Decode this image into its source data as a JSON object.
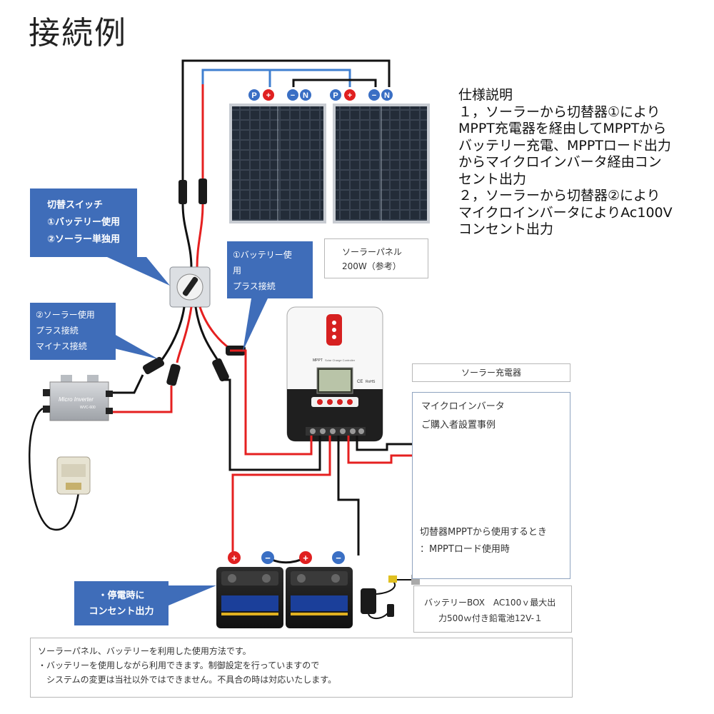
{
  "title": "接続例",
  "spec": {
    "lines": [
      "仕様説明",
      "１，ソーラーから切替器①により",
      "MPPT充電器を経由してMPPTから",
      "バッテリー充電、MPPTロード出力",
      "からマイクロインバータ経由コン",
      "セント出力",
      "２，ソーラーから切替器②により",
      "マイクロインバータによりAc100V",
      "コンセント出力"
    ]
  },
  "callouts": {
    "switch": [
      "切替スイッチ",
      "①バッテリー使用",
      "②ソーラー単独用"
    ],
    "battery_plus": [
      "①バッテリー使",
      "用",
      "プラス接続"
    ],
    "solar_only": [
      "②ソーラー使用",
      "プラス接続",
      "マイナス接続"
    ],
    "outage": [
      "・停電時に",
      "コンセント出力"
    ]
  },
  "labels": {
    "panel": [
      "ソーラーパネル",
      "200W（参考）"
    ],
    "charger": "ソーラー充電器",
    "inverter_title": "マイクロインバータ",
    "inverter_example": "ご購入者設置事例",
    "switch_note": [
      "切替器MPPTから使用するとき",
      "：MPPTロード使用時"
    ],
    "battery_box": [
      "バッテリーBOX　AC100ｖ最大出",
      "力500ｗ付き鉛電池12V-１"
    ]
  },
  "notes": [
    "ソーラーパネル、バッテリーを利用した使用方法です。",
    "・バッテリーを使用しながら利用できます。制御設定を行っていますので",
    "　システムの変更は当社以外ではできません。不具合の時は対応いたします。"
  ],
  "terminals": {
    "p": "P",
    "n": "N",
    "plus": "+",
    "minus": "−"
  },
  "device_text": {
    "inverter": "Micro Inverter",
    "inverter_model": "WVC-600",
    "charger_brand": "MPPT",
    "charger_model": "Solar Charge Controller",
    "rohs": "RoHS",
    "ce": "CE"
  },
  "colors": {
    "wire_positive": "#e52020",
    "wire_negative": "#111111",
    "wire_panel": "#3f7fd0",
    "callout_bg": "#3f6db9",
    "terminal_p": "#3a6fc4",
    "terminal_plus": "#e02020"
  }
}
